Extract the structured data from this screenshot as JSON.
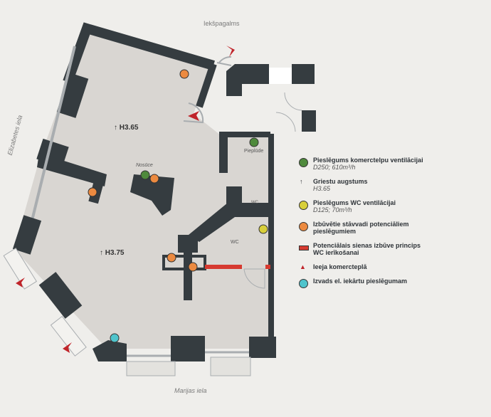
{
  "labels": {
    "courtyard": "Iekšpagalms",
    "street_left": "Elizabetes iela",
    "street_bottom": "Marijas iela",
    "height_upper": "H3.65",
    "height_lower": "H3.75",
    "exhaust": "Nosūce",
    "supply": "Pieplūde",
    "wc_small": "WC",
    "wc_large": "WC"
  },
  "legend": [
    {
      "title": "Pieslēgums komerctelpu ventilācijai",
      "sub": "D250; 610m³/h",
      "icon": "green-circle",
      "color": "#4f8a3c"
    },
    {
      "title": "Griestu augstums",
      "sub": "H3.65",
      "icon": "ceiling-height-arrow",
      "color": "#333333"
    },
    {
      "title": "Pieslēgums WC ventilācijai",
      "sub": "D125; 70m³/h",
      "icon": "yellow-circle",
      "color": "#d8cf3a"
    },
    {
      "title": "Izbūvētie stāvvadi potenciāliem",
      "sub2": "pieslēgumiem",
      "icon": "orange-circle",
      "color": "#ec8a40"
    },
    {
      "title": "Potenciālais sienas izbūve princips",
      "sub2": "WC ierīkošanai",
      "icon": "red-bar",
      "color": "#d63a30"
    },
    {
      "title": "Ieeja komercteplā",
      "icon": "entrance-arrow",
      "color": "#c0242a"
    },
    {
      "title": "Izvads el. iekārtu pieslēgumam",
      "icon": "cyan-circle",
      "color": "#4fc4cc"
    }
  ]
}
